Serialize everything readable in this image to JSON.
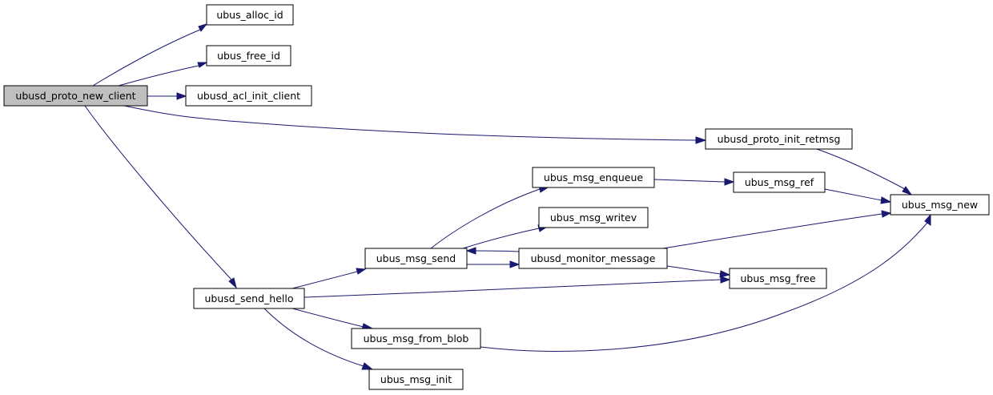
{
  "colors": {
    "edge": "#191970",
    "node_border": "#000000",
    "node_fill": "#ffffff",
    "root_fill": "#bfbfbf",
    "text": "#000000"
  },
  "diagram": {
    "type": "call-graph",
    "root": "ubusd_proto_new_client",
    "nodes": [
      {
        "id": "ubusd_proto_new_client",
        "label": "ubusd_proto_new_client"
      },
      {
        "id": "ubus_alloc_id",
        "label": "ubus_alloc_id"
      },
      {
        "id": "ubus_free_id",
        "label": "ubus_free_id"
      },
      {
        "id": "ubusd_acl_init_client",
        "label": "ubusd_acl_init_client"
      },
      {
        "id": "ubusd_proto_init_retmsg",
        "label": "ubusd_proto_init_retmsg"
      },
      {
        "id": "ubusd_send_hello",
        "label": "ubusd_send_hello"
      },
      {
        "id": "ubus_msg_new",
        "label": "ubus_msg_new"
      },
      {
        "id": "ubus_msg_send",
        "label": "ubus_msg_send"
      },
      {
        "id": "ubus_msg_free",
        "label": "ubus_msg_free"
      },
      {
        "id": "ubus_msg_from_blob",
        "label": "ubus_msg_from_blob"
      },
      {
        "id": "ubus_msg_init",
        "label": "ubus_msg_init"
      },
      {
        "id": "ubus_msg_enqueue",
        "label": "ubus_msg_enqueue"
      },
      {
        "id": "ubus_msg_writev",
        "label": "ubus_msg_writev"
      },
      {
        "id": "ubusd_monitor_message",
        "label": "ubusd_monitor_message"
      },
      {
        "id": "ubus_msg_ref",
        "label": "ubus_msg_ref"
      }
    ],
    "edges": [
      {
        "from": "ubusd_proto_new_client",
        "to": "ubus_alloc_id"
      },
      {
        "from": "ubusd_proto_new_client",
        "to": "ubus_free_id"
      },
      {
        "from": "ubusd_proto_new_client",
        "to": "ubusd_acl_init_client"
      },
      {
        "from": "ubusd_proto_new_client",
        "to": "ubusd_proto_init_retmsg"
      },
      {
        "from": "ubusd_proto_new_client",
        "to": "ubusd_send_hello"
      },
      {
        "from": "ubusd_proto_init_retmsg",
        "to": "ubus_msg_new"
      },
      {
        "from": "ubusd_send_hello",
        "to": "ubus_msg_send"
      },
      {
        "from": "ubusd_send_hello",
        "to": "ubus_msg_free"
      },
      {
        "from": "ubusd_send_hello",
        "to": "ubus_msg_from_blob"
      },
      {
        "from": "ubusd_send_hello",
        "to": "ubus_msg_init"
      },
      {
        "from": "ubus_msg_send",
        "to": "ubus_msg_enqueue"
      },
      {
        "from": "ubus_msg_send",
        "to": "ubus_msg_writev"
      },
      {
        "from": "ubus_msg_send",
        "to": "ubusd_monitor_message"
      },
      {
        "from": "ubus_msg_enqueue",
        "to": "ubus_msg_ref"
      },
      {
        "from": "ubus_msg_ref",
        "to": "ubus_msg_new"
      },
      {
        "from": "ubusd_monitor_message",
        "to": "ubus_msg_new"
      },
      {
        "from": "ubusd_monitor_message",
        "to": "ubus_msg_send"
      },
      {
        "from": "ubusd_monitor_message",
        "to": "ubus_msg_free"
      },
      {
        "from": "ubus_msg_from_blob",
        "to": "ubus_msg_new"
      }
    ]
  }
}
